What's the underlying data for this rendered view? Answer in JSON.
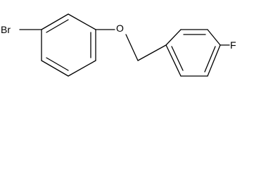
{
  "molecule": {
    "atoms": {
      "br": "Br",
      "o": "O",
      "f": "F"
    }
  }
}
